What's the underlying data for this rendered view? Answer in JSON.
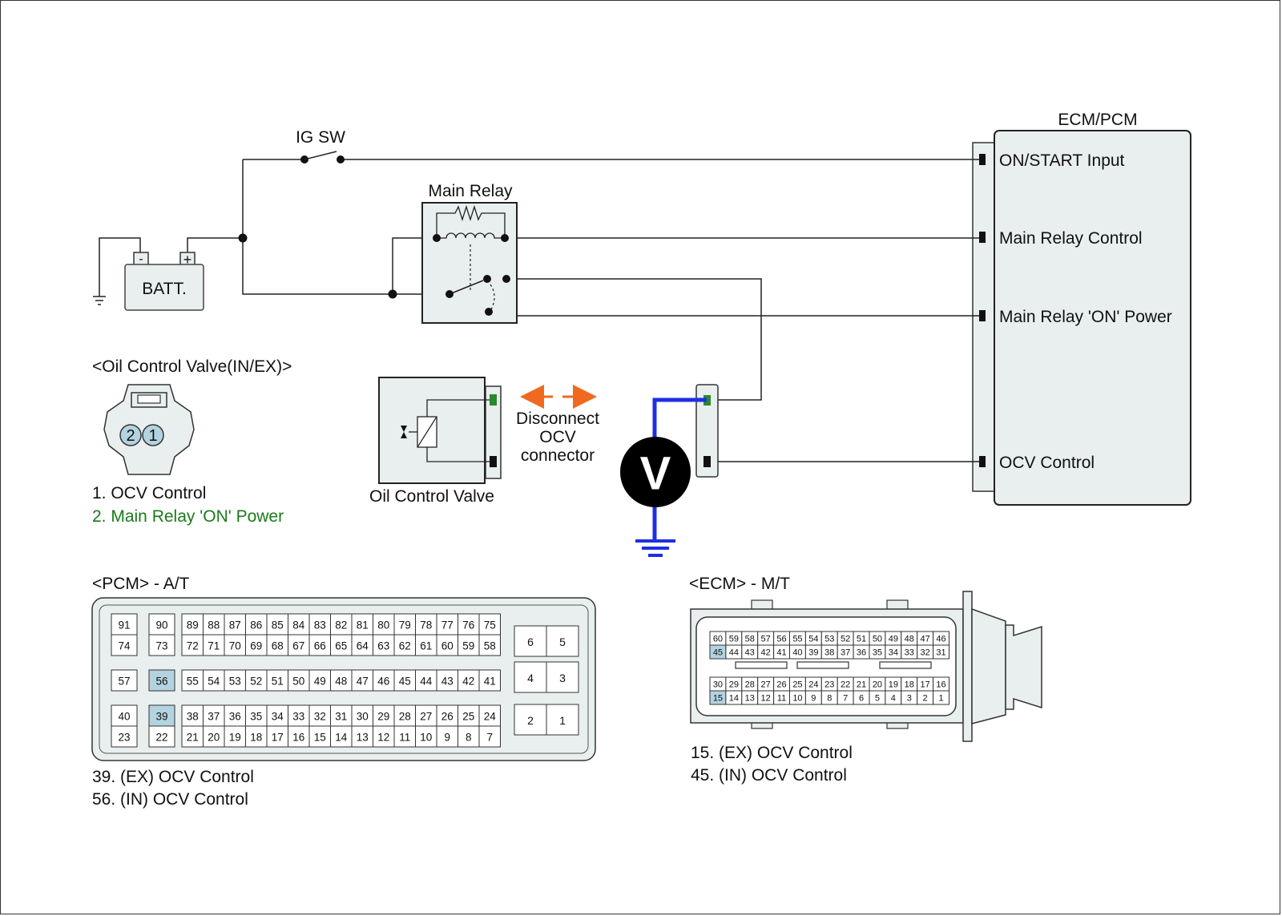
{
  "ig_sw": "IG SW",
  "main_relay": "Main Relay",
  "batt": "BATT.",
  "batt_minus": "-",
  "batt_plus": "+",
  "ecm": {
    "title": "ECM/PCM",
    "pins": [
      "ON/START Input",
      "Main Relay Control",
      "Main Relay 'ON' Power",
      "OCV Control"
    ]
  },
  "ocv_connector": {
    "title": "<Oil Control Valve(IN/EX)>",
    "pin_labels": [
      "2",
      "1"
    ],
    "notes": [
      {
        "text": "1. OCV Control",
        "color": "#111111"
      },
      {
        "text": "2. Main Relay 'ON' Power",
        "color": "#1a7a1a"
      }
    ]
  },
  "ocv_component": "Oil Control Valve",
  "disconnect": [
    "Disconnect",
    "OCV",
    "connector"
  ],
  "voltmeter": "V",
  "pcm": {
    "title": "<PCM> - A/T",
    "highlight": [
      "56",
      "39"
    ],
    "highlight_color": "#b3d3e0",
    "rows": [
      [
        "91",
        "90",
        "89",
        "88",
        "87",
        "86",
        "85",
        "84",
        "83",
        "82",
        "81",
        "80",
        "79",
        "78",
        "77",
        "76",
        "75"
      ],
      [
        "74",
        "73",
        "72",
        "71",
        "70",
        "69",
        "68",
        "67",
        "66",
        "65",
        "64",
        "63",
        "62",
        "61",
        "60",
        "59",
        "58"
      ],
      [
        "57",
        "56",
        "55",
        "54",
        "53",
        "52",
        "51",
        "50",
        "49",
        "48",
        "47",
        "46",
        "45",
        "44",
        "43",
        "42",
        "41"
      ],
      [
        "40",
        "39",
        "38",
        "37",
        "36",
        "35",
        "34",
        "33",
        "32",
        "31",
        "30",
        "29",
        "28",
        "27",
        "26",
        "25",
        "24"
      ],
      [
        "23",
        "22",
        "21",
        "20",
        "19",
        "18",
        "17",
        "16",
        "15",
        "14",
        "13",
        "12",
        "11",
        "10",
        "9",
        "8",
        "7"
      ]
    ],
    "side_pins": [
      [
        "6",
        "5"
      ],
      [
        "4",
        "3"
      ],
      [
        "2",
        "1"
      ]
    ],
    "notes": [
      "39. (EX) OCV Control",
      "56. (IN) OCV Control"
    ]
  },
  "ecm_mt": {
    "title": "<ECM> - M/T",
    "highlight": [
      "45",
      "15"
    ],
    "rows": [
      [
        "60",
        "59",
        "58",
        "57",
        "56",
        "55",
        "54",
        "53",
        "52",
        "51",
        "50",
        "49",
        "48",
        "47",
        "46"
      ],
      [
        "45",
        "44",
        "43",
        "42",
        "41",
        "40",
        "39",
        "38",
        "37",
        "36",
        "35",
        "34",
        "33",
        "32",
        "31"
      ],
      [
        "30",
        "29",
        "28",
        "27",
        "26",
        "25",
        "24",
        "23",
        "22",
        "21",
        "20",
        "19",
        "18",
        "17",
        "16"
      ],
      [
        "15",
        "14",
        "13",
        "12",
        "11",
        "10",
        "9",
        "8",
        "7",
        "6",
        "5",
        "4",
        "3",
        "2",
        "1"
      ]
    ],
    "notes": [
      "15. (EX) OCV Control",
      "45. (IN) OCV Control"
    ]
  },
  "colors": {
    "probe_wire": "#1f2fe0",
    "arrow": "#ef6a1f",
    "ocv_terminal": "#2a8a2a",
    "box_fill": "#e9eeee"
  }
}
